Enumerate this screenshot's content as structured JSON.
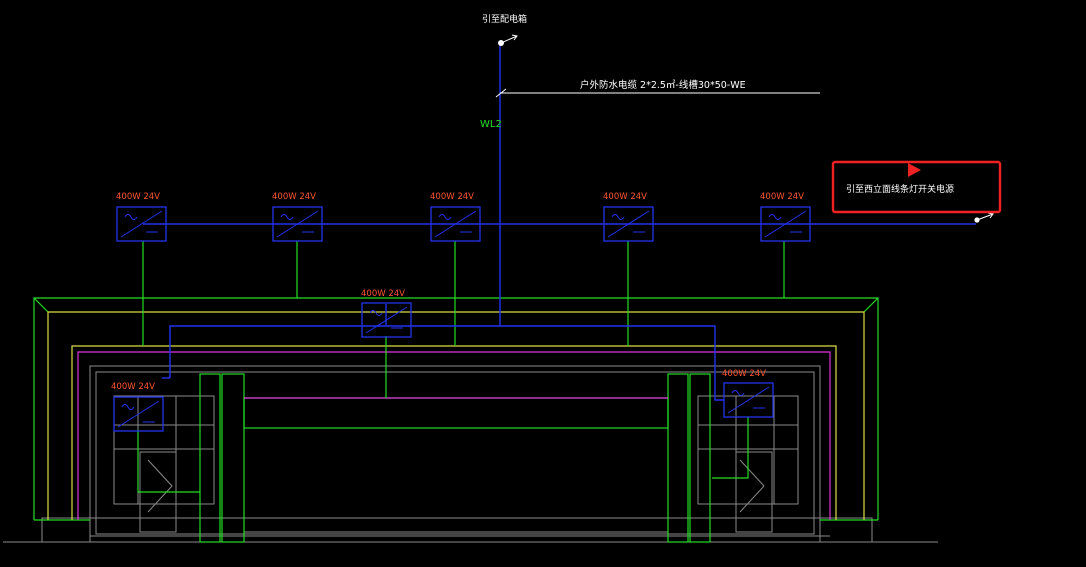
{
  "labels": {
    "top_source": "引至配电箱",
    "cable_spec": "户外防水电缆 2*2.5㎡-线槽30*50-WE",
    "circuit": "WL2",
    "side_note": "引至西立面线条灯开关电源"
  },
  "transformers": [
    {
      "id": "t1",
      "label": "400W 24V"
    },
    {
      "id": "t2",
      "label": "400W 24V"
    },
    {
      "id": "t3",
      "label": "400W 24V"
    },
    {
      "id": "t4",
      "label": "400W 24V"
    },
    {
      "id": "t5",
      "label": "400W 24V"
    },
    {
      "id": "t6",
      "label": "400W 24V"
    },
    {
      "id": "t7",
      "label": "400W 24V"
    },
    {
      "id": "t8",
      "label": "400W 24V"
    }
  ],
  "colors": {
    "background": "#000000",
    "feeder_blue": "#2233ee",
    "green_line": "#22dd22",
    "yellow_line": "#dddd44",
    "magenta_line": "#dd33dd",
    "wall_gray": "#8a8a8a",
    "label_orange": "#ff5533",
    "text_white": "#ffffff",
    "highlight_red": "#ee2222",
    "circuit_green": "#22dd22"
  }
}
